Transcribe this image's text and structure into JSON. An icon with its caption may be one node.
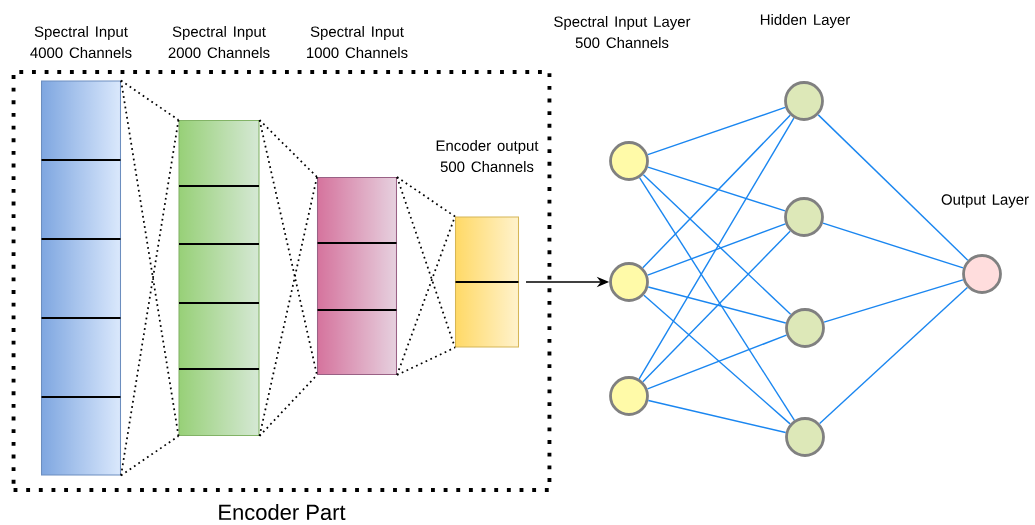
{
  "diagram": {
    "nodes": [
      {
        "text": [
          "Encoder Part"
        ]
      },
      {
        "text": [],
        "shape": "bar",
        "in": 0
      },
      {
        "text": [],
        "shape": "bar",
        "in": 0
      },
      {
        "text": [],
        "shape": "bar",
        "in": 0
      },
      {
        "text": [],
        "shape": "bar",
        "in": 0
      },
      {
        "text": [],
        "shape": "circle"
      },
      {
        "text": [],
        "shape": "circle"
      },
      {
        "text": [],
        "shape": "circle"
      },
      {
        "text": [],
        "shape": "circle"
      },
      {
        "text": [],
        "shape": "circle"
      },
      {
        "text": [],
        "shape": "circle"
      },
      {
        "text": [],
        "shape": "circle"
      },
      {
        "text": [],
        "shape": "circle"
      }
    ],
    "edges": [
      {
        "from": 1,
        "to": 2,
        "arrow": "none",
        "style": "dashed",
        "color": "#000000"
      },
      {
        "from": 1,
        "to": 2,
        "arrow": "none",
        "style": "dashed",
        "color": "#000000"
      },
      {
        "from": 1,
        "to": 2,
        "arrow": "none",
        "style": "dashed",
        "color": "#000000"
      },
      {
        "from": 1,
        "to": 2,
        "arrow": "none",
        "style": "dashed",
        "color": "#000000"
      },
      {
        "from": 2,
        "to": 3,
        "arrow": "none",
        "style": "dashed",
        "color": "#000000"
      },
      {
        "from": 2,
        "to": 3,
        "arrow": "none",
        "style": "dashed",
        "color": "#000000"
      },
      {
        "from": 2,
        "to": 3,
        "arrow": "none",
        "style": "dashed",
        "color": "#000000"
      },
      {
        "from": 2,
        "to": 3,
        "arrow": "none",
        "style": "dashed",
        "color": "#000000"
      },
      {
        "from": 3,
        "to": 4,
        "arrow": "none",
        "style": "dashed",
        "color": "#000000"
      },
      {
        "from": 3,
        "to": 4,
        "arrow": "none",
        "style": "dashed",
        "color": "#000000"
      },
      {
        "from": 3,
        "to": 4,
        "arrow": "none",
        "style": "dashed",
        "color": "#000000"
      },
      {
        "from": 3,
        "to": 4,
        "arrow": "none",
        "style": "dashed",
        "color": "#000000"
      },
      {
        "from": 4,
        "to": 6,
        "arrow": "to",
        "color": "#000000"
      },
      {
        "from": 5,
        "to": 8,
        "arrow": "none"
      },
      {
        "from": 5,
        "to": 9,
        "arrow": "none"
      },
      {
        "from": 5,
        "to": 10,
        "arrow": "none"
      },
      {
        "from": 5,
        "to": 11,
        "arrow": "none"
      },
      {
        "from": 6,
        "to": 8,
        "arrow": "none"
      },
      {
        "from": 6,
        "to": 9,
        "arrow": "none"
      },
      {
        "from": 6,
        "to": 10,
        "arrow": "none"
      },
      {
        "from": 6,
        "to": 11,
        "arrow": "none"
      },
      {
        "from": 7,
        "to": 8,
        "arrow": "none"
      },
      {
        "from": 7,
        "to": 9,
        "arrow": "none"
      },
      {
        "from": 7,
        "to": 10,
        "arrow": "none"
      },
      {
        "from": 7,
        "to": 11,
        "arrow": "none"
      },
      {
        "from": 8,
        "to": 12,
        "arrow": "none"
      },
      {
        "from": 9,
        "to": 12,
        "arrow": "none"
      },
      {
        "from": 10,
        "to": 12,
        "arrow": "none"
      },
      {
        "from": 11,
        "to": 12,
        "arrow": "none"
      }
    ],
    "labels": [
      "Spectral Input 4000 Channels",
      "Spectral Input 2000 Channels",
      "Spectral Input 1000 Channels",
      "Spectral Input Layer 500 Channels",
      "Hidden Layer",
      "Encoder output 500 Channels",
      "Output Layer"
    ]
  }
}
